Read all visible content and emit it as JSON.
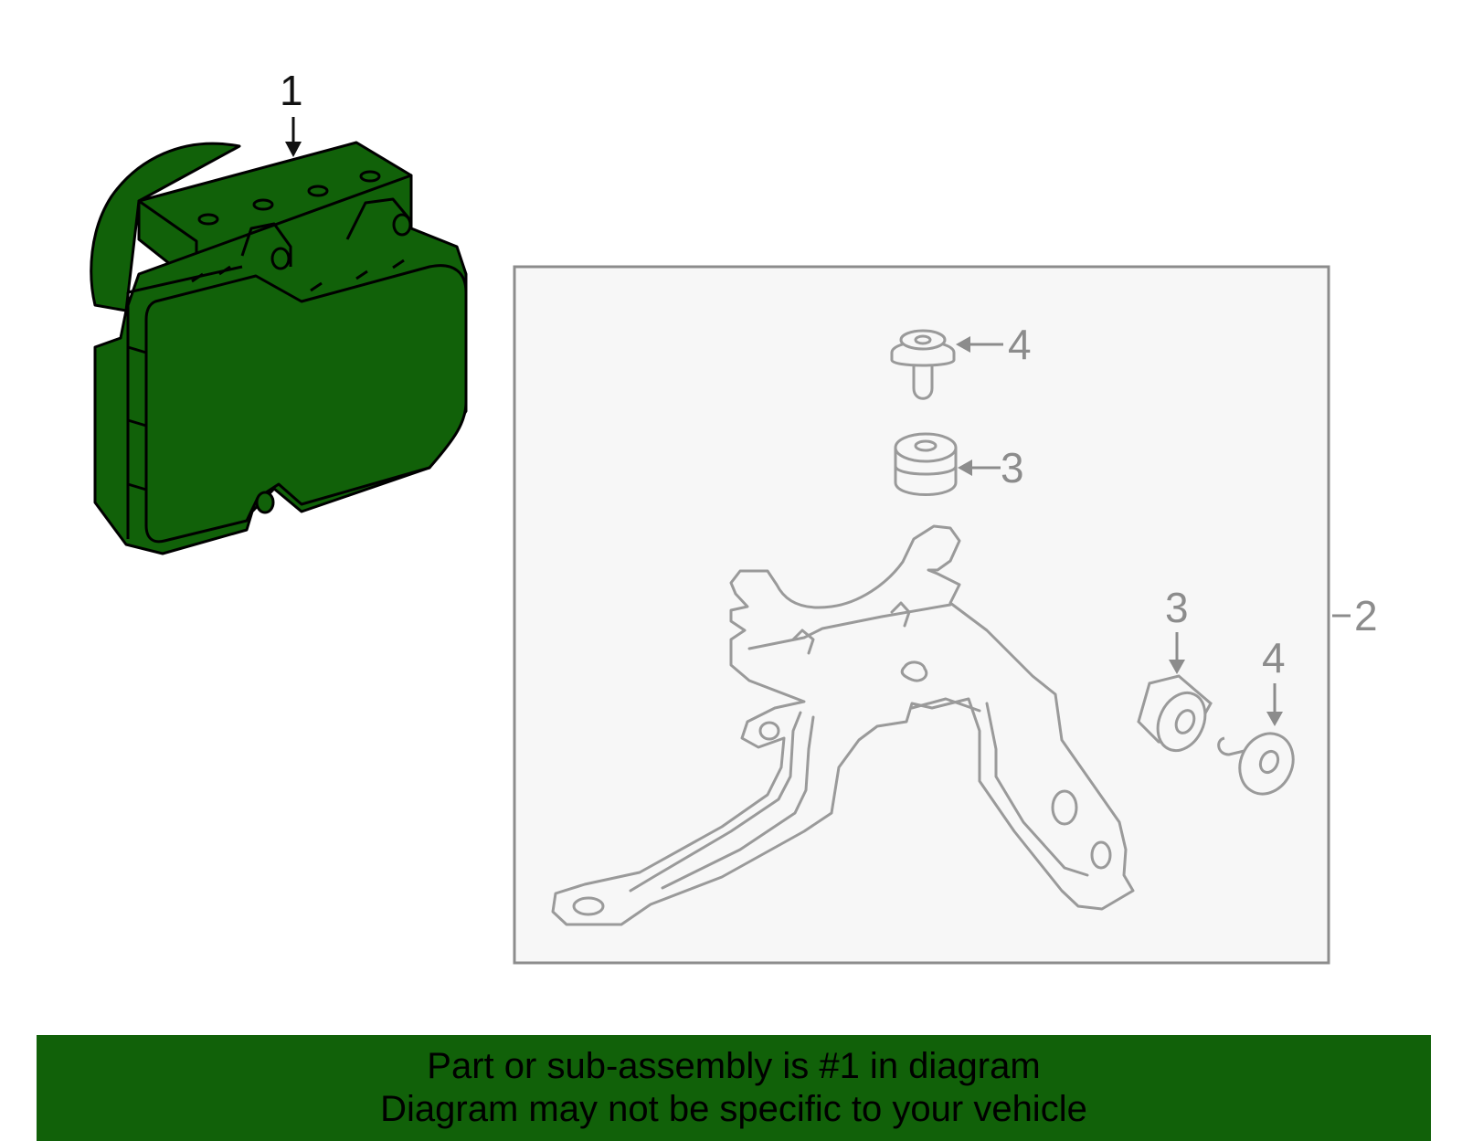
{
  "diagram": {
    "callouts": {
      "part_1": "1",
      "part_2": "2",
      "part_3_upper": "3",
      "part_4_upper": "4",
      "part_3_lower": "3",
      "part_4_lower": "4"
    },
    "highlight_color": "#116109",
    "line_color": "#8c8c8c",
    "inset_background": "#f7f7f7"
  },
  "footer": {
    "line1": "Part or sub-assembly is #1 in diagram",
    "line2": "Diagram may not be specific to your vehicle"
  }
}
